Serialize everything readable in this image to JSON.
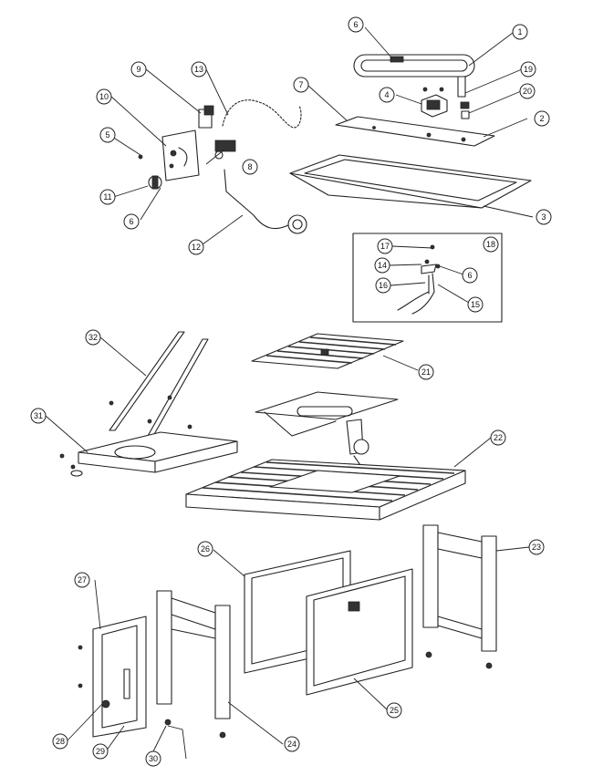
{
  "callouts": [
    {
      "label": "1"
    },
    {
      "label": "2"
    },
    {
      "label": "3"
    },
    {
      "label": "4"
    },
    {
      "label": "5"
    },
    {
      "label": "6"
    },
    {
      "label": "7"
    },
    {
      "label": "8"
    },
    {
      "label": "9"
    },
    {
      "label": "10"
    },
    {
      "label": "11"
    },
    {
      "label": "6"
    },
    {
      "label": "12"
    },
    {
      "label": "13"
    },
    {
      "label": "19"
    },
    {
      "label": "20"
    },
    {
      "label": "17"
    },
    {
      "label": "18"
    },
    {
      "label": "14"
    },
    {
      "label": "6"
    },
    {
      "label": "16"
    },
    {
      "label": "15"
    },
    {
      "label": "32"
    },
    {
      "label": "21"
    },
    {
      "label": "31"
    },
    {
      "label": "22"
    },
    {
      "label": "26"
    },
    {
      "label": "23"
    },
    {
      "label": "27"
    },
    {
      "label": "25"
    },
    {
      "label": "24"
    },
    {
      "label": "28"
    },
    {
      "label": "29"
    },
    {
      "label": "30"
    }
  ]
}
